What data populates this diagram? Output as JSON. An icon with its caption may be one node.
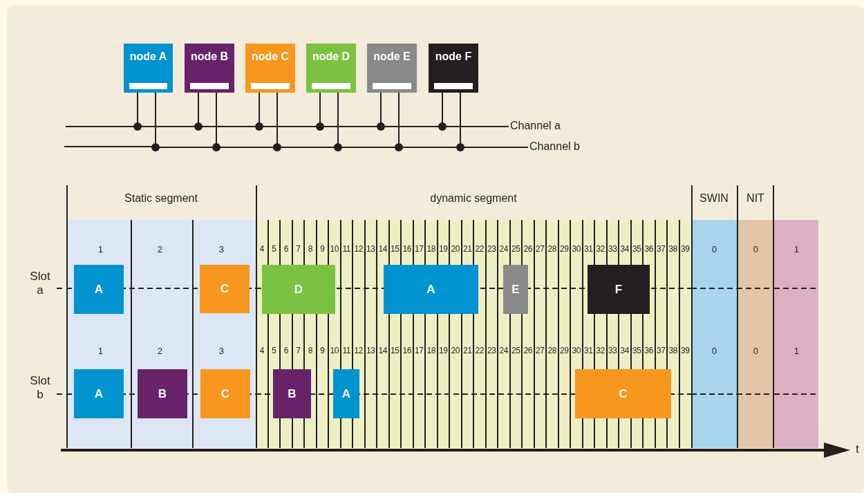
{
  "diagram": {
    "nodes": [
      {
        "text": [
          "node A"
        ]
      },
      {
        "text": [
          "node B"
        ]
      },
      {
        "text": [
          "node C"
        ]
      },
      {
        "text": [
          "node D"
        ]
      },
      {
        "text": [
          "node E"
        ]
      },
      {
        "text": [
          "node F"
        ]
      },
      {
        "text": [
          "Channel a"
        ]
      },
      {
        "text": [
          "Channel b"
        ]
      },
      {
        "text": [
          "Static segment"
        ]
      },
      {
        "text": [
          "dynamic segment"
        ]
      },
      {
        "text": [
          "SWIN"
        ]
      },
      {
        "text": [
          "NIT"
        ]
      },
      {
        "text": [],
        "shape": "box"
      },
      {
        "text": [
          "A"
        ],
        "in": 8
      },
      {
        "text": [
          "C"
        ],
        "in": 8
      },
      {
        "text": [
          "D"
        ],
        "in": 9
      },
      {
        "text": [
          "A"
        ],
        "in": 9
      },
      {
        "text": [
          "E"
        ],
        "in": 9
      },
      {
        "text": [
          "F"
        ],
        "in": 9
      },
      {
        "text": [
          "A"
        ],
        "in": 8
      },
      {
        "text": [
          "B"
        ],
        "in": 8
      },
      {
        "text": [
          "C"
        ],
        "in": 8
      },
      {
        "text": [
          "B"
        ],
        "in": 9
      },
      {
        "text": [
          "A"
        ],
        "in": 9
      },
      {
        "text": [
          "C"
        ],
        "in": 9
      }
    ],
    "edges": [
      {
        "from": 0,
        "to": 6,
        "arrow": "none"
      },
      {
        "from": 0,
        "to": 7,
        "arrow": "none"
      },
      {
        "from": 1,
        "to": 6,
        "arrow": "none"
      },
      {
        "from": 1,
        "to": 7,
        "arrow": "none"
      },
      {
        "from": 2,
        "to": 6,
        "arrow": "none"
      },
      {
        "from": 2,
        "to": 7,
        "arrow": "none"
      },
      {
        "from": 3,
        "to": 6,
        "arrow": "none"
      },
      {
        "from": 3,
        "to": 7,
        "arrow": "none"
      },
      {
        "from": 4,
        "to": 6,
        "arrow": "none"
      },
      {
        "from": 4,
        "to": 7,
        "arrow": "none"
      },
      {
        "from": 5,
        "to": 6,
        "arrow": "none"
      },
      {
        "from": 5,
        "to": 7,
        "arrow": "none"
      }
    ],
    "labels": [
      "1",
      "2",
      "3",
      "4",
      "5",
      "6",
      "7",
      "8",
      "9",
      "10",
      "11",
      "12",
      "13",
      "14",
      "15",
      "16",
      "17",
      "18",
      "19",
      "20",
      "21",
      "22",
      "23",
      "24",
      "25",
      "26",
      "27",
      "28",
      "29",
      "30",
      "31",
      "32",
      "33",
      "34",
      "35",
      "36",
      "37",
      "38",
      "39",
      "0",
      "0",
      "1",
      "Slot a",
      "1",
      "2",
      "3",
      "4",
      "5",
      "6",
      "7",
      "8",
      "9",
      "10",
      "11",
      "12",
      "13",
      "14",
      "15",
      "16",
      "17",
      "18",
      "19",
      "20",
      "21",
      "22",
      "23",
      "24",
      "25",
      "26",
      "27",
      "28",
      "29",
      "30",
      "31",
      "32",
      "33",
      "34",
      "35",
      "36",
      "37",
      "38",
      "39",
      "0",
      "0",
      "1",
      "Slot b",
      "t"
    ]
  }
}
